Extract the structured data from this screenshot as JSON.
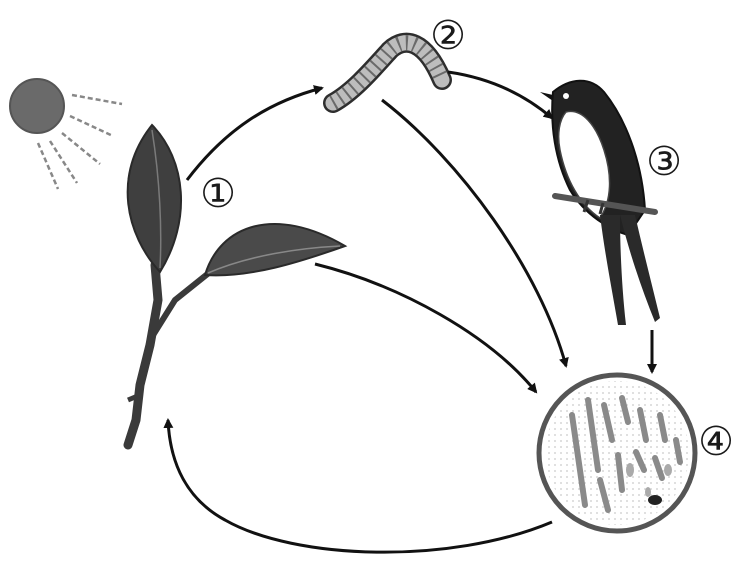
{
  "labels": {
    "producer": "①",
    "primary_consumer": "②",
    "secondary_consumer": "③",
    "decomposer": "④"
  },
  "colors": {
    "line": "#111111",
    "sun": "#6a6a6a",
    "leaf": "#3f3f3f",
    "stem": "#3a3a3a",
    "caterpillar": "#bdbdbd",
    "bird": "#222222",
    "circle": "#555555",
    "microbes": "#9a9a9a"
  },
  "icons": [
    "sun-icon",
    "plant-icon",
    "caterpillar-icon",
    "bird-icon",
    "microbe-circle-icon"
  ]
}
